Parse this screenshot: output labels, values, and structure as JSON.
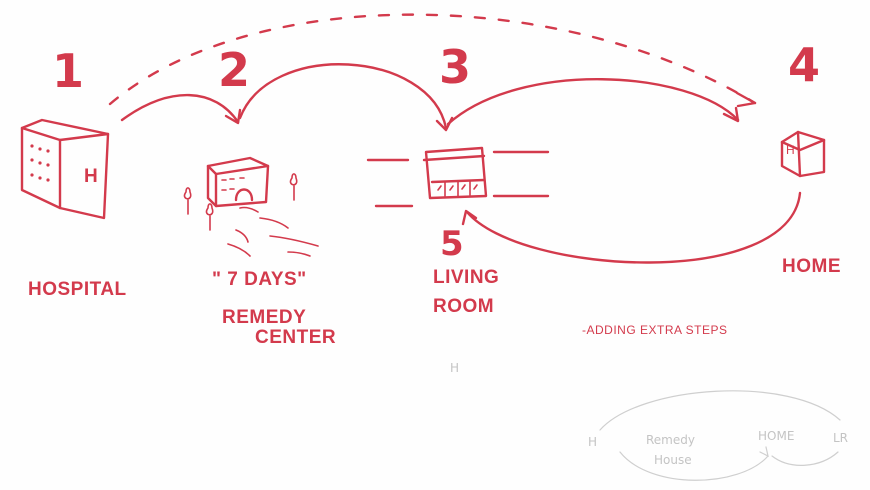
{
  "steps": [
    {
      "number": "1",
      "label": "HOSPITAL"
    },
    {
      "number": "2",
      "label_lines": [
        "\" 7 DAYS\"",
        "REMEDY",
        "CENTER"
      ]
    },
    {
      "number": "3",
      "label_lines": [
        "LIVING",
        "ROOM"
      ]
    },
    {
      "number": "4",
      "label": "HOME"
    },
    {
      "number": "5"
    }
  ],
  "note": "-ADDING EXTRA STEPS",
  "icons": {
    "hospital": "hospital-building-icon",
    "hospital_letter": "H",
    "home": "small-house-icon",
    "home_letter": "H"
  },
  "faint_sketch": {
    "stray_letter": "H",
    "nodes": [
      "H",
      "Remedy",
      "House",
      "HOME",
      "LR"
    ]
  },
  "colors": {
    "ink": "#d33a4c",
    "faint": "#c4c4c4",
    "background": "#fefefe"
  }
}
